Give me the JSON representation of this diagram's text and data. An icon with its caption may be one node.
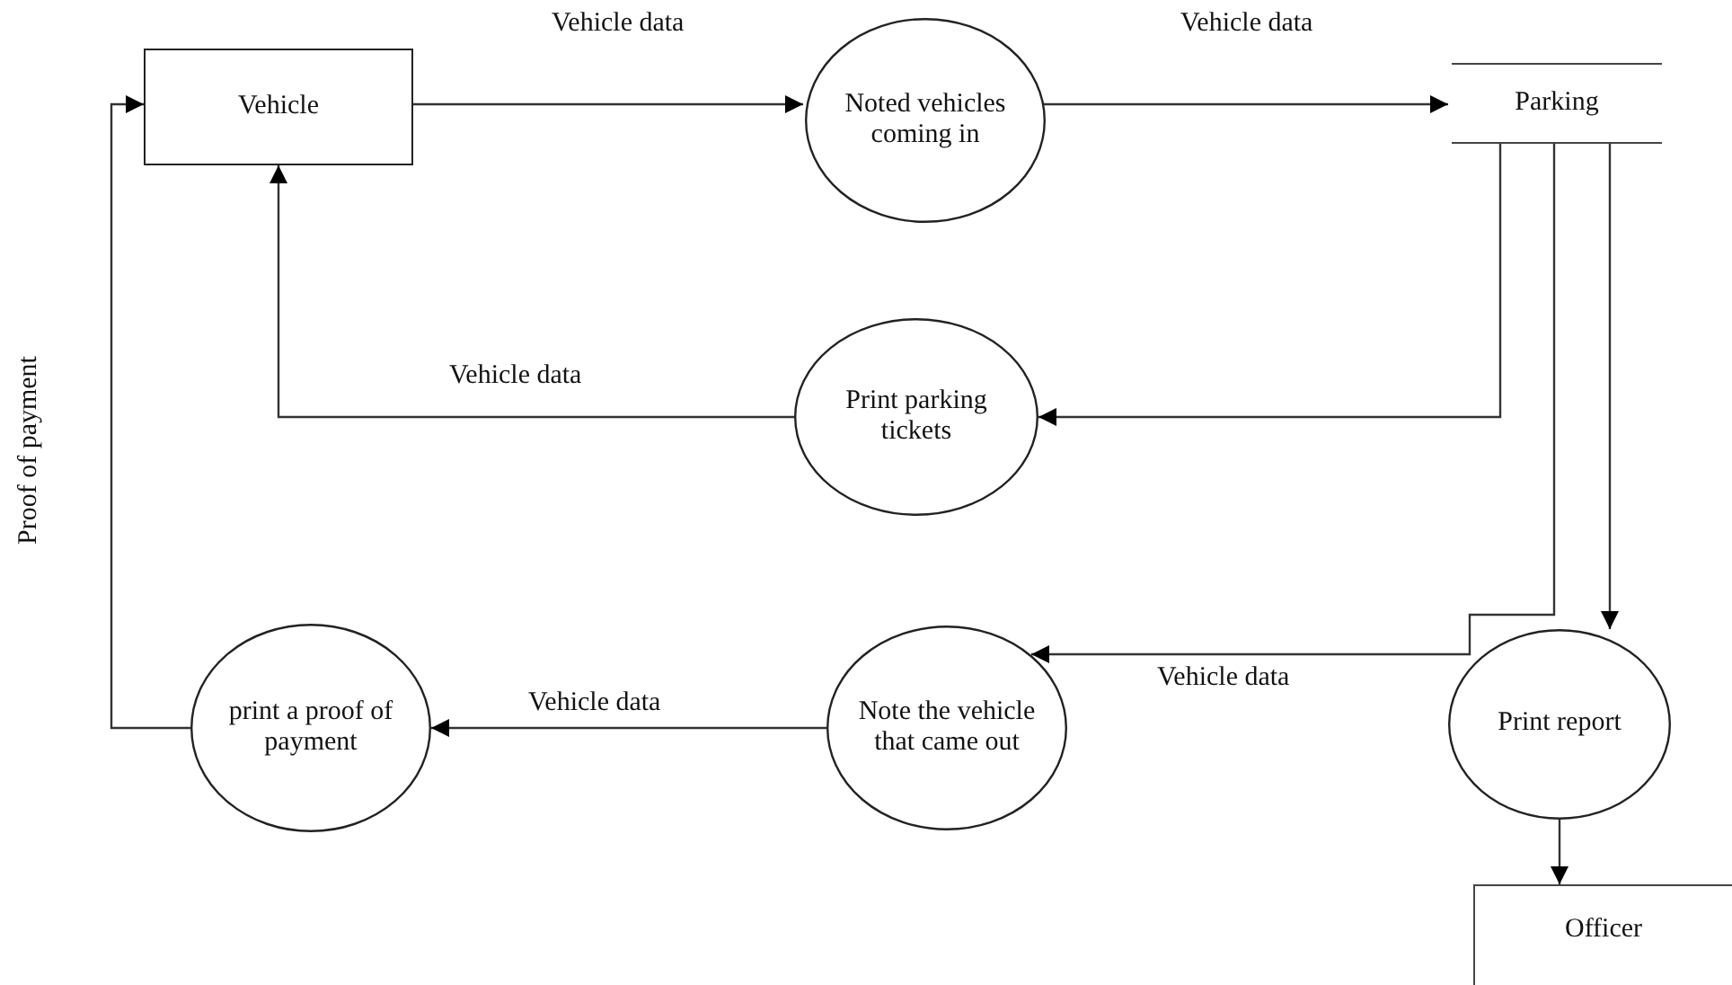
{
  "diagram": {
    "nodes": [
      {
        "text": [
          "Vehicle"
        ]
      },
      {
        "text": [
          "Noted vehicles coming in"
        ]
      },
      {
        "text": [
          "Parking"
        ]
      },
      {
        "text": [
          "Print parking tickets"
        ]
      },
      {
        "text": [
          "Note the vehicle that came out"
        ]
      },
      {
        "text": [
          "print a proof of payment"
        ]
      },
      {
        "text": [
          "Print report"
        ]
      },
      {
        "text": [
          "Officer"
        ]
      }
    ],
    "edges": [
      {
        "from": 0,
        "to": 1,
        "arrow": "to",
        "label": "Vehicle data"
      },
      {
        "from": 1,
        "to": 2,
        "arrow": "to",
        "label": "Vehicle data"
      },
      {
        "from": 2,
        "to": 3,
        "arrow": "to"
      },
      {
        "from": 3,
        "to": 0,
        "arrow": "to",
        "label": "Vehicle data"
      },
      {
        "from": 2,
        "to": 4,
        "arrow": "to",
        "label": "Vehicle data"
      },
      {
        "from": 4,
        "to": 5,
        "arrow": "to",
        "label": "Vehicle data"
      },
      {
        "from": 5,
        "to": 0,
        "arrow": "to",
        "label": "Proof of payment"
      },
      {
        "from": 2,
        "to": 6,
        "arrow": "to"
      },
      {
        "from": 6,
        "to": 7,
        "arrow": "to"
      }
    ]
  }
}
